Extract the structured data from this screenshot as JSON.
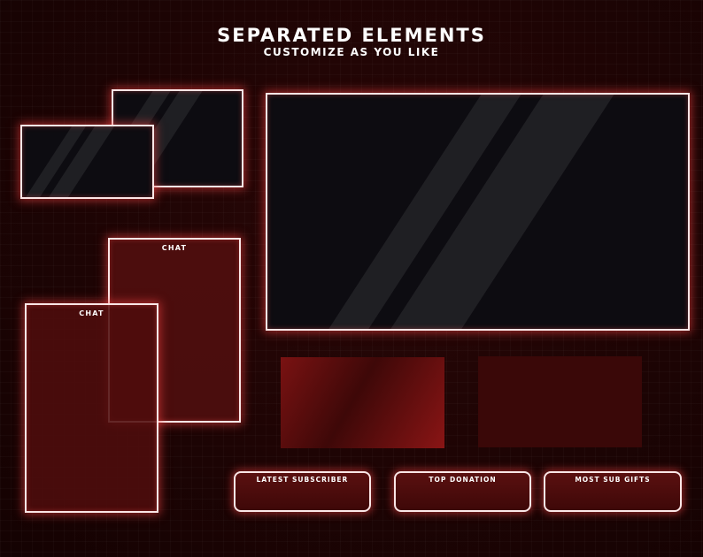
{
  "header": {
    "title": "SEPARATED ELEMENTS",
    "subtitle": "CUSTOMIZE AS YOU LIKE"
  },
  "chat_boxes": [
    {
      "label": "CHAT"
    },
    {
      "label": "CHAT"
    }
  ],
  "alerts": [
    {
      "label": "LATEST SUBSCRIBER"
    },
    {
      "label": "TOP DONATION"
    },
    {
      "label": "MOST SUB GIFTS"
    }
  ],
  "colors": {
    "background": "#1d0404",
    "frame_border": "#fbe6e6",
    "glow": "#ff4646",
    "webcam_fill": "#0d0c11",
    "chat_fill": "#4c0d0d"
  }
}
